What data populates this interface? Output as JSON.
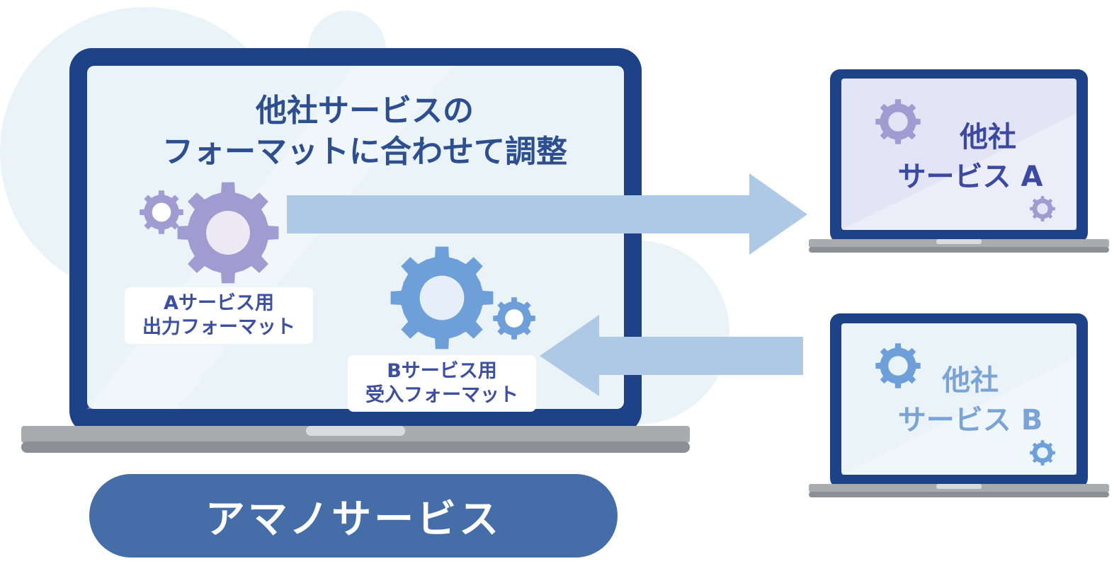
{
  "main_title": {
    "line1": "他社サービスの",
    "line2": "フォーマットに合わせて調整"
  },
  "output_label": {
    "line1": "Aサービス用",
    "line2": "出力フォーマット"
  },
  "input_label": {
    "line1": "Bサービス用",
    "line2": "受入フォーマット"
  },
  "service_a": {
    "line1": "他社",
    "line2": "サービス A"
  },
  "service_b": {
    "line1": "他社",
    "line2": "サービス B"
  },
  "brand": "アマノサービス",
  "colors": {
    "laptop_frame": "#1e4288",
    "screen": "#e9f3f8",
    "gear_purple": "#a09bd0",
    "gear_blue": "#6f9fd9",
    "arrow": "#adc9e6",
    "base_grey": "#a9abaf",
    "pill": "#456ea8"
  },
  "icons": [
    "gear-icon",
    "laptop-icon",
    "arrow-right-icon",
    "arrow-left-icon"
  ]
}
